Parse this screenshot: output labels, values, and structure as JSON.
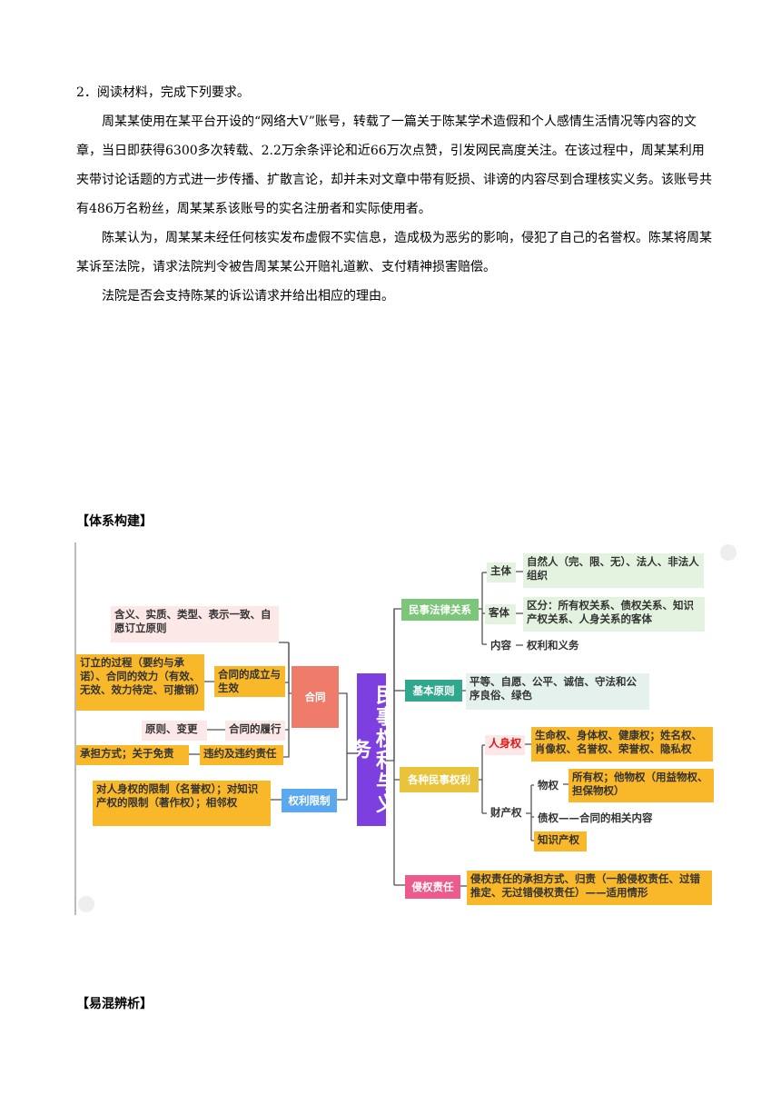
{
  "question": {
    "title": "2．阅读材料，完成下列要求。",
    "p1": "周某某使用在某平台开设的“网络大V”账号，转载了一篇关于陈某学术造假和个人感情生活情况等内容的文章，当日即获得6300多次转载、2.2万余条评论和近66万次点赞，引发网民高度关注。在该过程中，周某某利用夹带讨论话题的方式进一步传播、扩散言论，却并未对文章中带有贬损、诽谤的内容尽到合理核实义务。该账号共有486万名粉丝，周某某系该账号的实名注册者和实际使用者。",
    "p2": "陈某认为，周某某未经任何核实发布虚假不实信息，造成极为恶劣的影响，侵犯了自己的名誉权。陈某将周某某诉至法院，请求法院判令被告周某某公开赔礼道歉、支付精神损害赔偿。",
    "p3": "法院是否会支持陈某的诉讼请求并给出相应的理由。"
  },
  "sections": {
    "system": "【体系构建】",
    "confusion": "【易混辨析】"
  },
  "mindmap": {
    "center": "民事权利与义务",
    "contract": {
      "hub": "合同",
      "formation": "合同的成立与生效",
      "meaning": "含义、实质、类型、表示一致、自愿订立原则",
      "process": "订立的过程（要约与承诺）、合同的效力（有效、无效、效力待定、可撤销）",
      "performance": "合同的履行",
      "principle": "原则、变更",
      "breach": "违约及违约责任",
      "liability": "承担方式；关于免责"
    },
    "restriction": {
      "hub": "权利限制",
      "detail": "对人身权的限制（名誉权）；对知识产权的限制（著作权）；相邻权"
    },
    "relation": {
      "hub": "民事法律关系",
      "subject": "主体",
      "subject_detail": "自然人（完、限、无）、法人、非法人组织",
      "object": "客体",
      "object_detail": "区分：所有权关系、债权关系、知识产权关系、人身关系的客体",
      "content": "内容",
      "content_detail": "权利和义务"
    },
    "principles": {
      "hub": "基本原则",
      "detail": "平等、自愿、公平、诚信、守法和公序良俗、绿色"
    },
    "rights": {
      "hub": "各种民事权利",
      "personal": "人身权",
      "personal_detail": "生命权、身体权、健康权；姓名权、肖像权、名誉权、荣誉权、隐私权",
      "property": "财产权",
      "real": "物权",
      "real_detail": "所有权；他物权（用益物权、担保物权）",
      "creditor": "债权——合同的相关内容",
      "ip": "知识产权"
    },
    "tort": {
      "hub": "侵权责任",
      "detail": "侵权责任的承担方式、归责（一般侵权责任、过错推定、无过错侵权责任）——适用情形"
    },
    "colors": {
      "center": "#7d3fe0",
      "contract": "#ef7b6a",
      "restriction": "#5aa9f0",
      "relation": "#7cc67a",
      "principles": "#2fa88e",
      "rights": "#e9c33a",
      "tort": "#ef5a8e"
    }
  }
}
